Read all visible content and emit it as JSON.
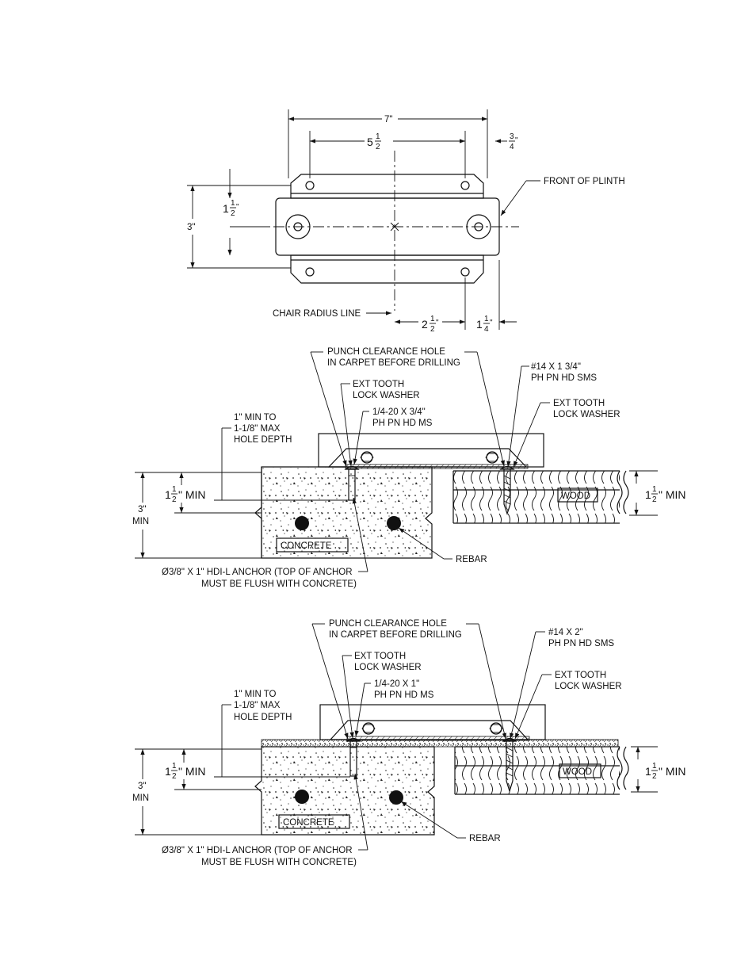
{
  "plan_view": {
    "dim_overall_width": "7\"",
    "dim_hole_spacing": {
      "whole": "5",
      "num": "1",
      "den": "2"
    },
    "dim_end_offset": {
      "num": "3",
      "den": "4",
      "mark": "\""
    },
    "dim_height": "3\"",
    "dim_half_height": {
      "whole": "1",
      "num": "1",
      "den": "2",
      "mark": "\""
    },
    "dim_center_to_hole": {
      "whole": "2",
      "num": "1",
      "den": "2",
      "mark": "\""
    },
    "dim_hole_to_end": {
      "whole": "1",
      "num": "1",
      "den": "4",
      "mark": "\""
    },
    "label_front": "FRONT OF PLINTH",
    "label_radius": "CHAIR RADIUS LINE"
  },
  "section_1": {
    "punch_line1": "PUNCH CLEARANCE HOLE",
    "punch_line2": "IN CARPET BEFORE DRILLING",
    "screw_line1": "#14 X 1 3/4\"",
    "screw_line2": "PH PN HD SMS",
    "washer_left_line1": "EXT TOOTH",
    "washer_left_line2": "LOCK WASHER",
    "washer_right_line1": "EXT TOOTH",
    "washer_right_line2": "LOCK WASHER",
    "bolt_line1": "1/4-20 X 3/4\"",
    "bolt_line2": "PH PN HD MS",
    "depth_line1": "1\" MIN TO",
    "depth_line2": "1-1/8\" MAX",
    "depth_line3": "HOLE DEPTH",
    "min_left": {
      "whole": "1",
      "num": "1",
      "den": "2",
      "suffix": "\" MIN"
    },
    "min_right": {
      "whole": "1",
      "num": "1",
      "den": "2",
      "suffix": "\" MIN"
    },
    "slab_line1": "3\"",
    "slab_line2": "MIN",
    "concrete": "CONCRETE",
    "wood": "WOOD",
    "rebar": "REBAR",
    "anchor_line1": "Ø3/8\" X 1\" HDI-L ANCHOR (TOP OF ANCHOR",
    "anchor_line2": "MUST BE FLUSH WITH CONCRETE)"
  },
  "section_2": {
    "punch_line1": "PUNCH CLEARANCE HOLE",
    "punch_line2": "IN CARPET BEFORE DRILLING",
    "screw_line1": "#14 X 2\"",
    "screw_line2": "PH PN HD SMS",
    "washer_left_line1": "EXT TOOTH",
    "washer_left_line2": "LOCK WASHER",
    "washer_right_line1": "EXT TOOTH",
    "washer_right_line2": "LOCK WASHER",
    "bolt_line1": "1/4-20 X 1\"",
    "bolt_line2": "PH PN HD MS",
    "depth_line1": "1\" MIN TO",
    "depth_line2": "1-1/8\" MAX",
    "depth_line3": "HOLE DEPTH",
    "min_left": {
      "whole": "1",
      "num": "1",
      "den": "2",
      "suffix": "\" MIN"
    },
    "min_right": {
      "whole": "1",
      "num": "1",
      "den": "2",
      "suffix": "\" MIN"
    },
    "slab_line1": "3\"",
    "slab_line2": "MIN",
    "concrete": "CONCRETE",
    "wood": "WOOD",
    "rebar": "REBAR",
    "anchor_line1": "Ø3/8\" X 1\" HDI-L ANCHOR (TOP OF ANCHOR",
    "anchor_line2": "MUST BE FLUSH WITH CONCRETE)"
  }
}
